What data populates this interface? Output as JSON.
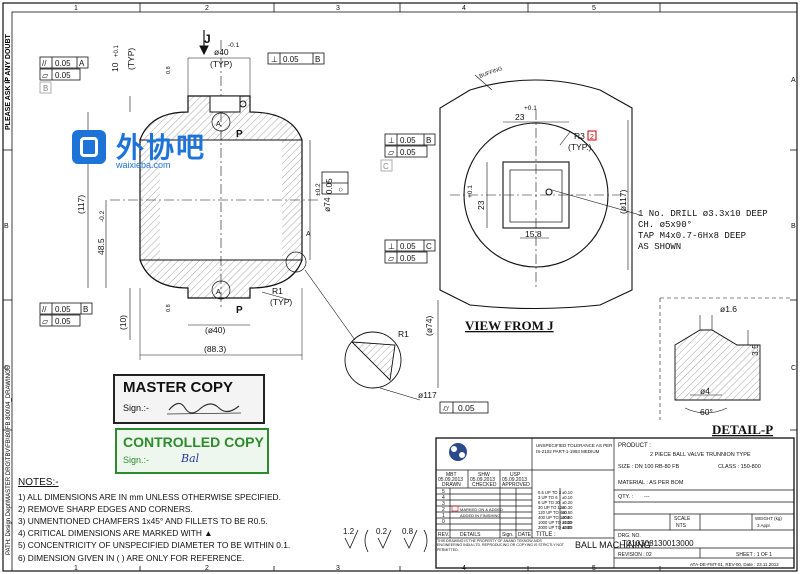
{
  "side_text": {
    "top": "PLEASE ASK IF ANY DOUBT",
    "bottom": "PATH: Design Dept\\MASTER DRG\\TBV\\FB\\80 FB 800\\04_DRAWINGS"
  },
  "grid": {
    "cols": [
      "1",
      "2",
      "3",
      "4",
      "5"
    ],
    "rows": [
      "A",
      "B",
      "C"
    ]
  },
  "watermark": {
    "name": "外协吧",
    "url": "waixieba.com"
  },
  "left_view": {
    "dims": {
      "d40_top": "ø40",
      "minus01": "-0.1",
      "typ_top": "(TYP)",
      "ten_top": "10",
      "plus01": "+0.1",
      "typ_top2": "(TYP)",
      "eight_top": "0.8",
      "eight_bot": "0.8",
      "h117": "(117)",
      "h485": "48.5",
      "minus02": "-0.2",
      "d74": "ø74",
      "pm02": "±0.2",
      "ten_bot": "(10)",
      "d40_bot": "(ø40)",
      "w883": "(88.3)",
      "r1": "R1",
      "typ_r1": "(TYP)",
      "p_top": "P",
      "p_bot": "P",
      "a_top": "A",
      "a_bot": "A",
      "a_right": "A",
      "j_label": "J"
    },
    "fcf": {
      "perp_val": "0.05",
      "perp_ref": "B",
      "par_val": "0.05",
      "par_ref": "A",
      "flat_val": "0.05",
      "b_box": "B",
      "par_bot_val": "0.05",
      "par_bot_ref": "B",
      "flat_bot_val": "0.05",
      "circ_val": "0.05"
    }
  },
  "section_view": {
    "r1": "R1",
    "d117": "ø117",
    "d74": "(ø74)",
    "cyl_val": "0.05"
  },
  "right_view": {
    "buffing": "BUFFING",
    "d23_top": "23",
    "plus01_top": "+0.1",
    "d23_side": "23",
    "plus01_side": "+0.1",
    "d158": "15.8",
    "r3": "R3",
    "r3_box": "2",
    "typ": "(TYP.)",
    "d117": "(ø117)",
    "perp_val": "0.05",
    "perp_ref": "B",
    "flat_val": "0.05",
    "c_box": "C",
    "perp2_val": "0.05",
    "perp2_ref": "C",
    "flat2_val": "0.05",
    "note_l1": "1 No. DRILL ø3.3x10 DEEP",
    "note_l2": "CH. ø5x90°",
    "note_l3": "TAP M4x0.7-6Hx8 DEEP",
    "note_l4": "AS SHOWN",
    "view_title": "VIEW FROM J"
  },
  "detail_p": {
    "d16": "ø1.6",
    "d35": "3.5",
    "d4": "ø4",
    "angle": "60°",
    "title": "DETAIL-P"
  },
  "stamps": {
    "master": "MASTER COPY",
    "master_sign": "Sign.:-",
    "controlled": "CONTROLLED COPY",
    "controlled_sign": "Sign.:-",
    "controlled_sig": "Bal"
  },
  "notes": {
    "heading": "NOTES:-",
    "items": [
      "1) ALL DIMENSIONS ARE IN mm UNLESS OTHERWISE SPECIFIED.",
      "2) REMOVE SHARP EDGES AND CORNERS.",
      "3) UNMENTIONED CHAMFERS 1x45° AND FILLETS TO BE R0.5.",
      "4) CRITICAL DIMENSIONS ARE MARKED WITH ▲",
      "5) CONCENTRICITY OF UNSPECIFIED DIAMETER TO BE WITHIN 0.1.",
      "6) DIMENSION GIVEN IN ( ) ARE ONLY FOR REFERENCE."
    ]
  },
  "surface_finish": [
    "1.2",
    "0.2",
    "0.8"
  ],
  "title_block": {
    "col_heads": [
      "MBT",
      "SHW",
      "USP"
    ],
    "col_dates": [
      "05.09.2013",
      "05.09.2013",
      "05.09.2013"
    ],
    "col_roles": [
      "DRAWN",
      "CHECKED",
      "APPROVED"
    ],
    "rev_rows": [
      "5",
      "4",
      "3",
      "2",
      "1",
      "0"
    ],
    "rev_head": [
      "REV.",
      "DETAILS",
      "Sign.",
      "DATE"
    ],
    "rev_row2": "MARKED ON & ADDED",
    "rev_row1": "ADDED IN FINISHING",
    "tol_head1": "UNSPECIFIED TOLERANCE AS PER",
    "tol_head2": "IS-2102 PART-1-1993 MEDIUM",
    "tol_rows": [
      [
        "0.5 UP TO 3",
        "±0.10"
      ],
      [
        "3 UP TO 6",
        "±0.10"
      ],
      [
        "6 UP TO 30",
        "±0.20"
      ],
      [
        "30 UP TO 120",
        "±0.30"
      ],
      [
        "120 UP TO 400",
        "±0.50"
      ],
      [
        "400 UP TO 1000",
        "±0.80"
      ],
      [
        "1000 UP TO 2000",
        "±1.20"
      ],
      [
        "2000 UP TO 4000",
        "±2.00"
      ]
    ],
    "confidential": "THIS DRAWING IS THE PROPERTY OF ANAND TEKNOW AIDS ENGINEERING INDIA LTD. REPRODUCING OR COPYING IS STRICTLY NOT PERMITTED.",
    "title_label": "TITLE :",
    "title": "BALL MACHINING",
    "product_label": "PRODUCT :",
    "product": "2 PIECE BALL VALVE TRUNNION TYPE",
    "size": "SIZE : DN 100 RB-80 FB",
    "class_label": "CLASS : 150-800",
    "material": "MATERIAL : AS PER BOM",
    "qty_label": "QTY. :",
    "qty": "---",
    "scale_label": "SCALE",
    "scale": "NTS",
    "weight_label": "WEIGHT (kg)",
    "weight": "3 Appr.",
    "drg_label": "DRG. NO.",
    "drg_no": "T210308130013000",
    "revision": "REVISION : 02",
    "sheet": "SHEET : 1 OF 1",
    "footer": "ATA-DE-FMT-01, REV-00, Date : 23.11.2012"
  }
}
